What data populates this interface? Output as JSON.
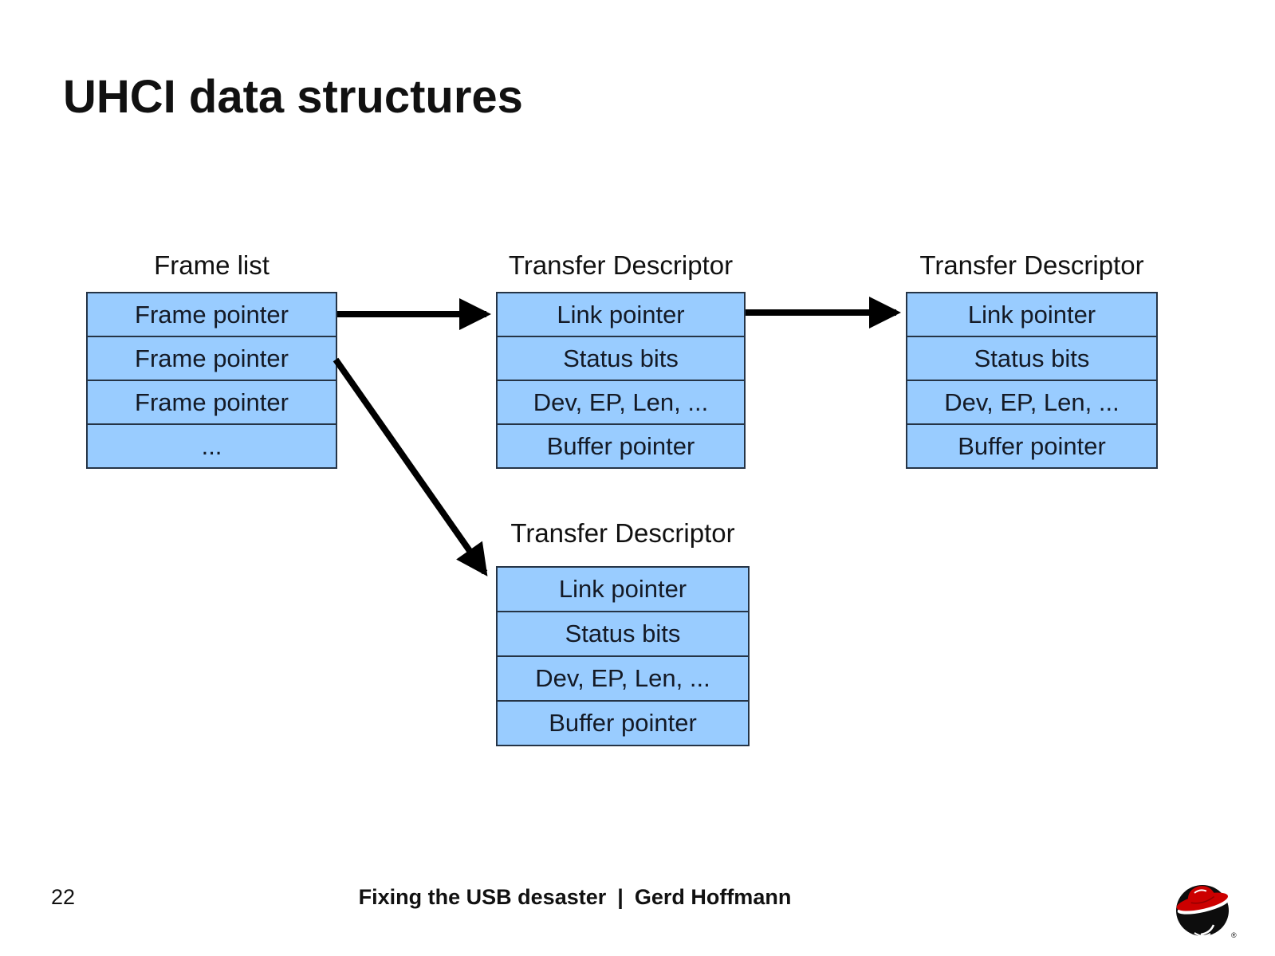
{
  "slide": {
    "title": "UHCI data structures",
    "page_number": "22",
    "footer": {
      "presentation": "Fixing the USB desaster",
      "separator": "|",
      "author": "Gerd Hoffmann"
    }
  },
  "colors": {
    "background": "#FFFFFF",
    "cell_fill": "#99CCFF",
    "cell_border": "#253446",
    "cell_text": "#141A26",
    "title_text": "#111111",
    "arrow": "#000000",
    "logo_red": "#CC0000",
    "logo_black": "#0D0D0D"
  },
  "diagram": {
    "frame_list": {
      "label": "Frame list",
      "rows": [
        "Frame pointer",
        "Frame pointer",
        "Frame pointer",
        "..."
      ]
    },
    "td1": {
      "label": "Transfer Descriptor",
      "rows": [
        "Link pointer",
        "Status bits",
        "Dev, EP, Len, ...",
        "Buffer pointer"
      ]
    },
    "td2": {
      "label": "Transfer Descriptor",
      "rows": [
        "Link pointer",
        "Status bits",
        "Dev, EP, Len, ...",
        "Buffer pointer"
      ]
    },
    "td3": {
      "label": "Transfer Descriptor",
      "rows": [
        "Link pointer",
        "Status bits",
        "Dev, EP, Len, ...",
        "Buffer pointer"
      ]
    },
    "connections": [
      "frame-pointer-0 -> transfer-descriptor-1",
      "transfer-descriptor-1 -> transfer-descriptor-2",
      "frame-pointer-1 -> transfer-descriptor-3"
    ]
  },
  "logo": {
    "alt": "Red Hat Shadowman logo",
    "registered_mark": "®"
  }
}
